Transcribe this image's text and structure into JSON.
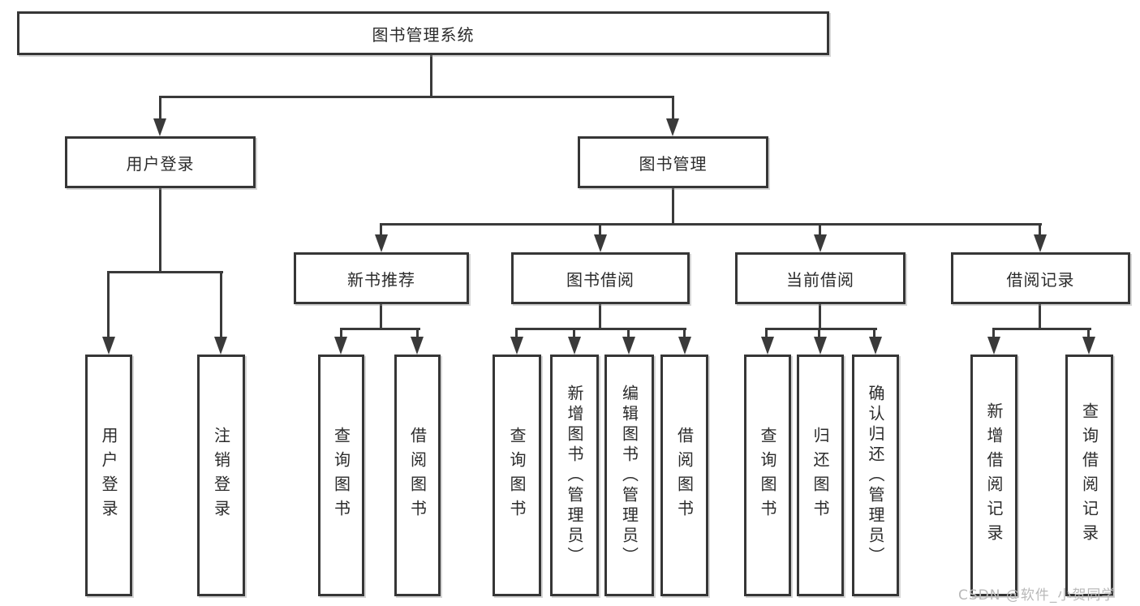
{
  "diagram": {
    "root": {
      "label": "图书管理系统"
    },
    "branches": [
      {
        "label": "用户登录",
        "children": [
          {
            "label": "用户登录"
          },
          {
            "label": "注销登录"
          }
        ]
      },
      {
        "label": "图书管理",
        "children": [
          {
            "label": "新书推荐",
            "children": [
              {
                "label": "查询图书"
              },
              {
                "label": "借阅图书"
              }
            ]
          },
          {
            "label": "图书借阅",
            "children": [
              {
                "label": "查询图书"
              },
              {
                "label": "新增图书（管理员）"
              },
              {
                "label": "编辑图书（管理员）"
              },
              {
                "label": "借阅图书"
              }
            ]
          },
          {
            "label": "当前借阅",
            "children": [
              {
                "label": "查询图书"
              },
              {
                "label": "归还图书"
              },
              {
                "label": "确认归还（管理员）"
              }
            ]
          },
          {
            "label": "借阅记录",
            "children": [
              {
                "label": "新增借阅记录"
              },
              {
                "label": "查询借阅记录"
              }
            ]
          }
        ]
      }
    ]
  },
  "watermark": {
    "text": "CSDN @软件_小贺同学"
  },
  "colors": {
    "line": "#3a3a3a",
    "node_border": "#363636",
    "text": "#2b2b2b",
    "background": "#ffffff",
    "watermark": "#b9b9b9"
  }
}
